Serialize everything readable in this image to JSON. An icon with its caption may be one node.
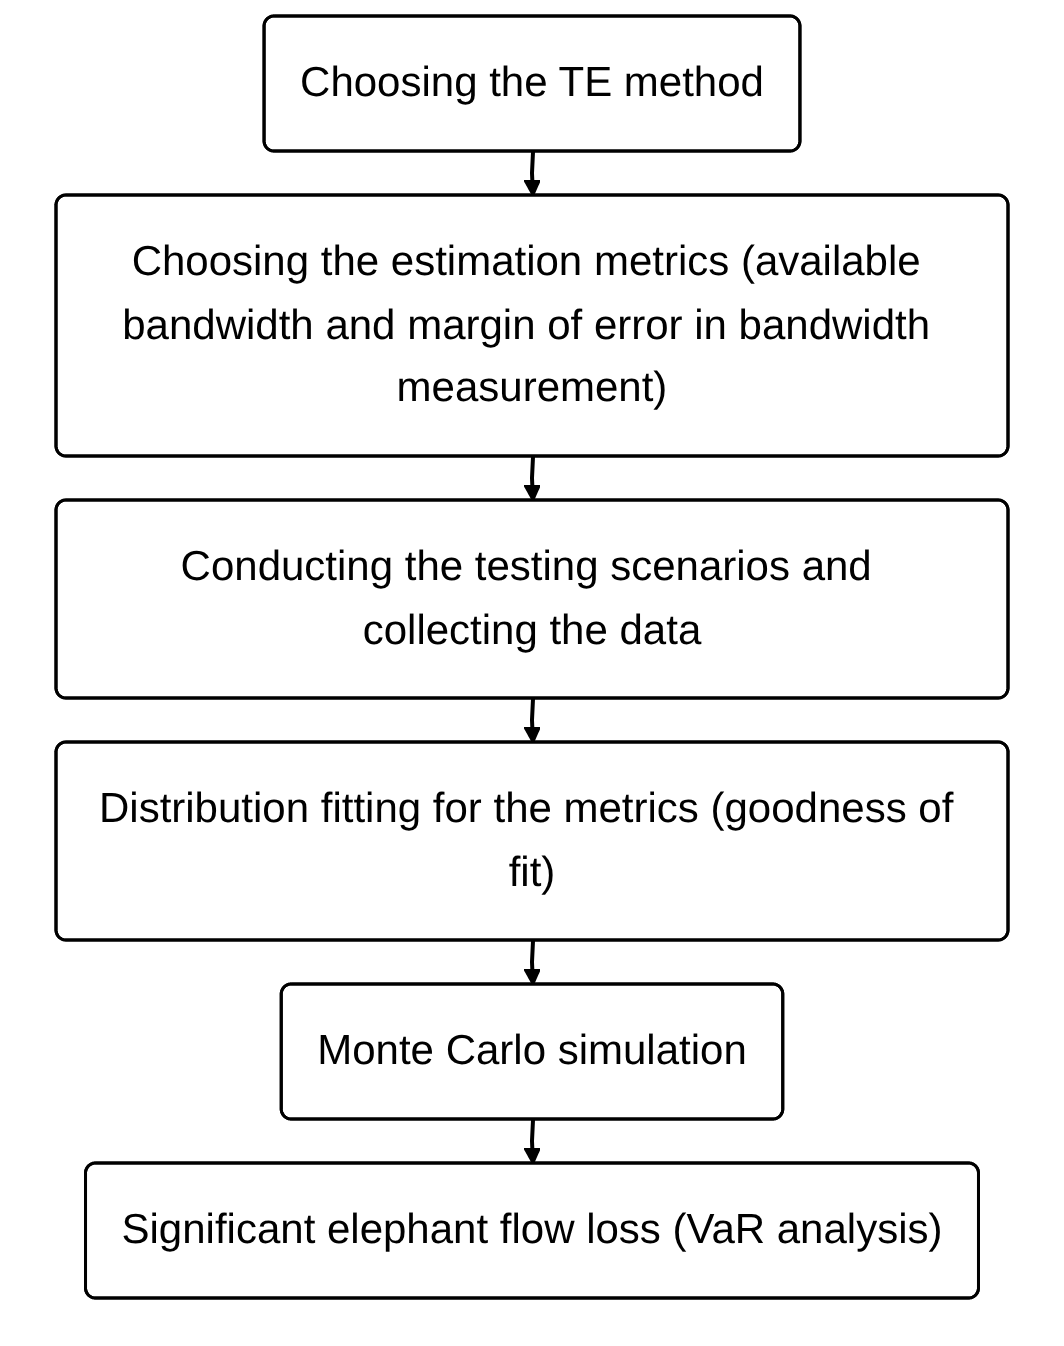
{
  "diagram": {
    "nodes": [
      {
        "text": [
          "Choosing the TE method"
        ]
      },
      {
        "text": [
          "Choosing the estimation metrics (available bandwidth and margin of error in bandwidth measurement)"
        ]
      },
      {
        "text": [
          "Conducting the testing scenarios and collecting the data"
        ]
      },
      {
        "text": [
          "Distribution fitting for the metrics (goodness of fit)"
        ]
      },
      {
        "text": [
          "Monte Carlo simulation"
        ]
      },
      {
        "text": [
          "Significant elephant flow loss (VaR analysis)"
        ]
      }
    ],
    "edges": [
      {
        "from": 0,
        "to": 1,
        "arrow": "to"
      },
      {
        "from": 1,
        "to": 2,
        "arrow": "to"
      },
      {
        "from": 2,
        "to": 3,
        "arrow": "to"
      },
      {
        "from": 3,
        "to": 4,
        "arrow": "to"
      },
      {
        "from": 4,
        "to": 5,
        "arrow": "to"
      }
    ]
  }
}
